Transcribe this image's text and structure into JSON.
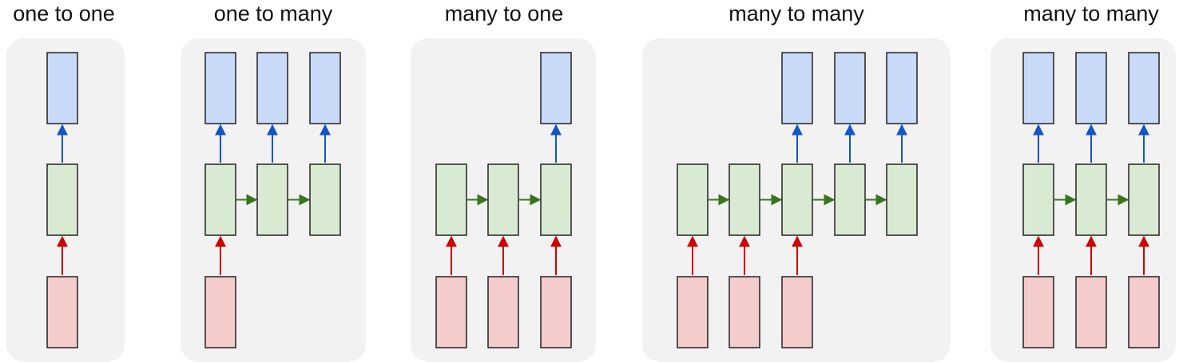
{
  "colors": {
    "panel_bg": "#f2f2f2",
    "output_fill": "#c9daf8",
    "hidden_fill": "#d9ead3",
    "input_fill": "#f4cccc",
    "box_stroke": "#222222",
    "input_arrow": "#cc0000",
    "recurrent_arrow": "#38761d",
    "output_arrow": "#1155cc"
  },
  "panels": [
    {
      "title": "one to one",
      "inputs": [
        1,
        0,
        0,
        0,
        0
      ],
      "outputs": [
        1,
        0,
        0,
        0,
        0
      ]
    },
    {
      "title": "one to many",
      "inputs": [
        1,
        0,
        0
      ],
      "outputs": [
        1,
        1,
        1
      ]
    },
    {
      "title": "many to one",
      "inputs": [
        1,
        1,
        1
      ],
      "outputs": [
        0,
        0,
        1
      ]
    },
    {
      "title": "many to many",
      "inputs": [
        1,
        1,
        1,
        0,
        0
      ],
      "outputs": [
        0,
        0,
        1,
        1,
        1
      ]
    },
    {
      "title": "many to many",
      "inputs": [
        1,
        1,
        1
      ],
      "outputs": [
        1,
        1,
        1
      ]
    }
  ]
}
